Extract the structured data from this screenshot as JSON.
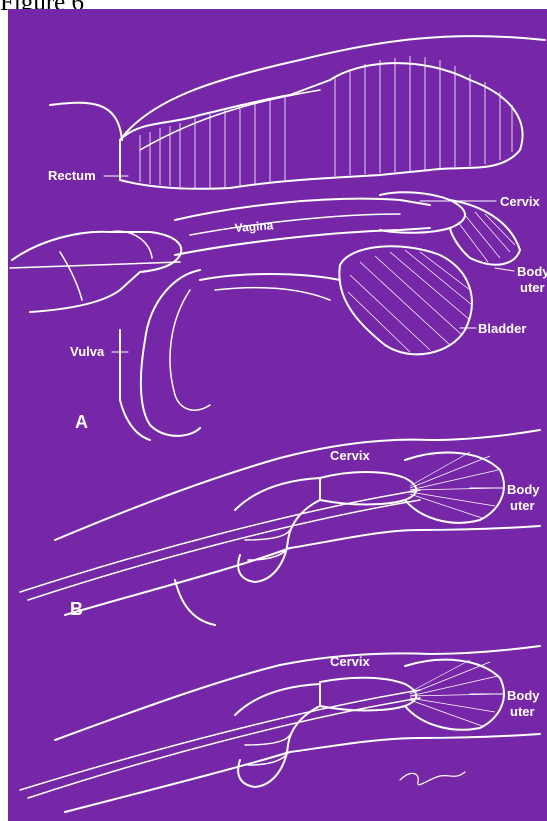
{
  "figure": {
    "caption": "Figure 6"
  },
  "panel_a": {
    "letter": "A",
    "labels": {
      "rectum": "Rectum",
      "cervix": "Cervix",
      "vagina": "Vagina",
      "body_uterus": [
        "Body",
        "uter"
      ],
      "bladder": "Bladder",
      "vulva": "Vulva"
    }
  },
  "panel_b": {
    "letter": "B",
    "labels": {
      "cervix": "Cervix",
      "body_uterus": [
        "Body",
        "uter"
      ]
    }
  },
  "panel_c": {
    "labels": {
      "cervix": "Cervix",
      "body_uterus": [
        "Body",
        "uter"
      ]
    }
  },
  "colors": {
    "background": "#7627a7",
    "line": "#ffffff"
  }
}
